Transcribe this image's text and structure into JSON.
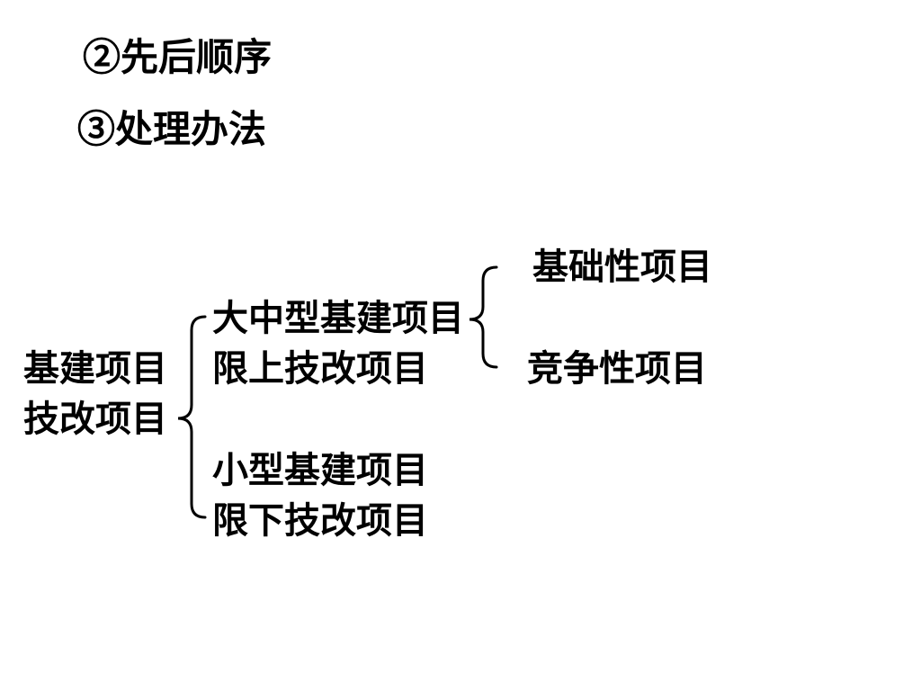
{
  "headings": {
    "order": "②先后顺序",
    "method": "③处理办法"
  },
  "diagram": {
    "root_lines": [
      "基建项目",
      "技改项目"
    ],
    "groups": [
      {
        "lines": [
          "大中型基建项目",
          "限上技改项目"
        ]
      },
      {
        "lines": [
          "小型基建项目",
          "限下技改项目"
        ]
      }
    ],
    "subcategories": [
      "基础性项目",
      "竞争性项目"
    ]
  }
}
